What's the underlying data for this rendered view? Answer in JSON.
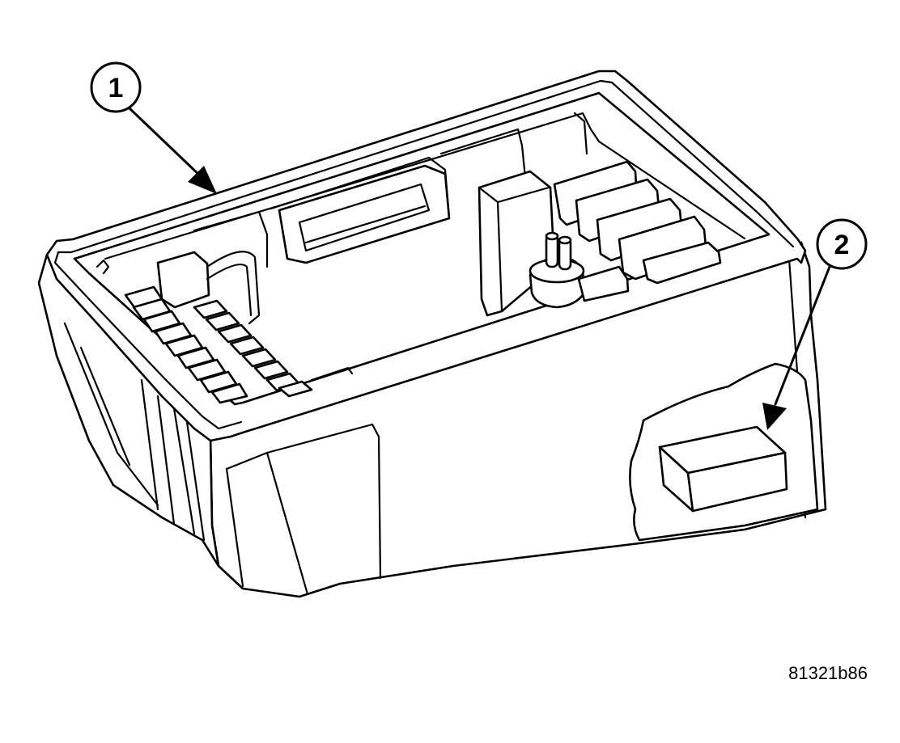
{
  "callouts": [
    {
      "label": "1"
    },
    {
      "label": "2"
    }
  ],
  "figure_id": "81321b86"
}
